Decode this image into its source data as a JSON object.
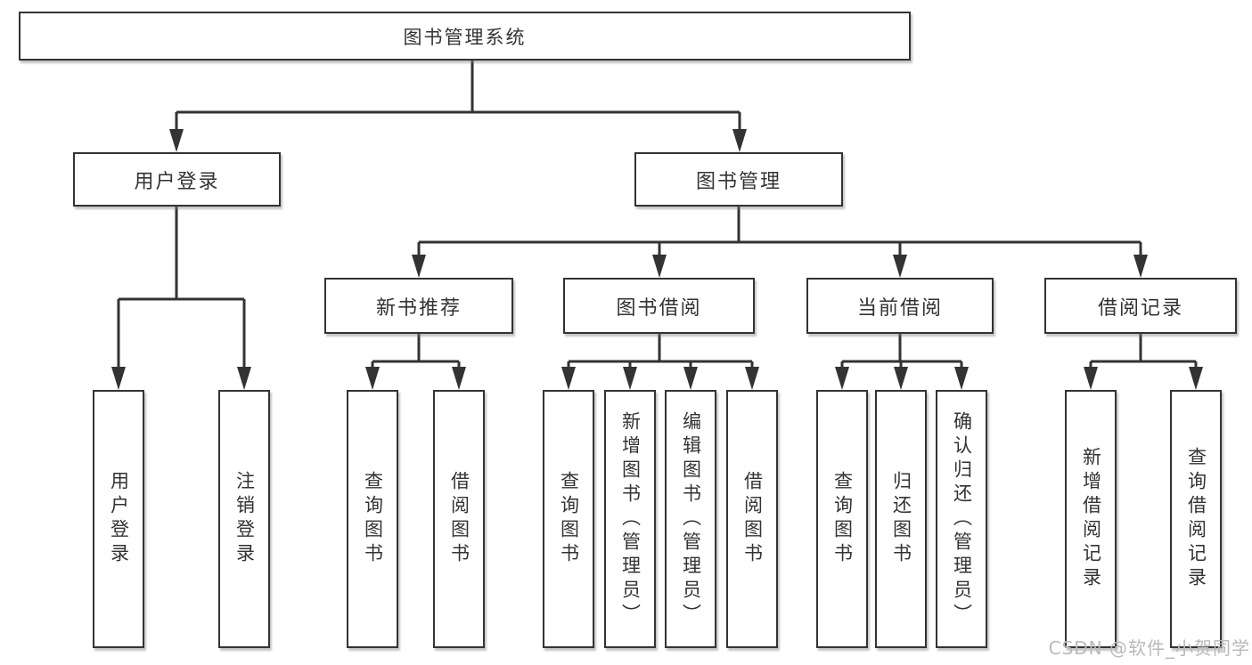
{
  "diagram": {
    "title": "图书管理系统",
    "nodes": {
      "root": {
        "label": "图书管理系统"
      },
      "level1": [
        {
          "label": "用户登录",
          "parent": "图书管理系统"
        },
        {
          "label": "图书管理",
          "parent": "图书管理系统"
        }
      ],
      "level2": [
        {
          "label": "新书推荐",
          "parent": "图书管理"
        },
        {
          "label": "图书借阅",
          "parent": "图书管理"
        },
        {
          "label": "当前借阅",
          "parent": "图书管理"
        },
        {
          "label": "借阅记录",
          "parent": "图书管理"
        }
      ],
      "leaves": [
        {
          "label": "用户登录",
          "parent": "用户登录"
        },
        {
          "label": "注销登录",
          "parent": "用户登录"
        },
        {
          "label": "查询图书",
          "parent": "新书推荐"
        },
        {
          "label": "借阅图书",
          "parent": "新书推荐"
        },
        {
          "label": "查询图书",
          "parent": "图书借阅"
        },
        {
          "label": "新增图书（管理员）",
          "parent": "图书借阅"
        },
        {
          "label": "编辑图书（管理员）",
          "parent": "图书借阅"
        },
        {
          "label": "借阅图书",
          "parent": "图书借阅"
        },
        {
          "label": "查询图书",
          "parent": "当前借阅"
        },
        {
          "label": "归还图书",
          "parent": "当前借阅"
        },
        {
          "label": "确认归还（管理员）",
          "parent": "当前借阅"
        },
        {
          "label": "新增借阅记录",
          "parent": "借阅记录"
        },
        {
          "label": "查询借阅记录",
          "parent": "借阅记录"
        }
      ]
    },
    "colors": {
      "line": "#333333",
      "box_border": "#333333",
      "text": "#333333",
      "background": "#ffffff",
      "watermark": "#b9b9b9"
    }
  },
  "watermark": "CSDN @软件_小贺同学"
}
